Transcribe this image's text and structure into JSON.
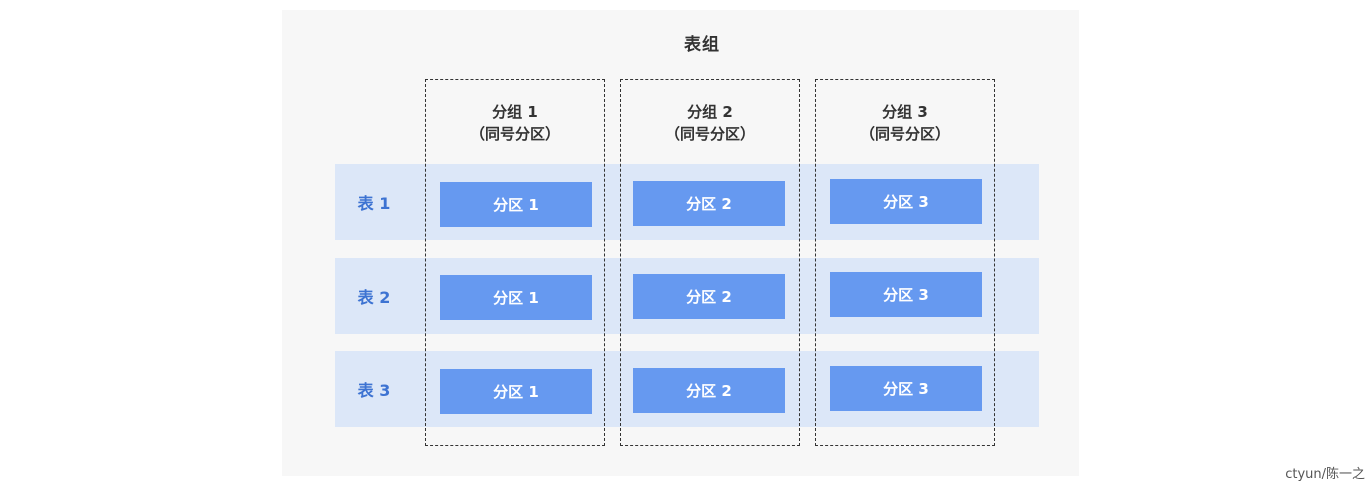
{
  "title": "表组",
  "groups": [
    {
      "name": "分组 1",
      "note": "（同号分区）"
    },
    {
      "name": "分组 2",
      "note": "（同号分区）"
    },
    {
      "name": "分组 3",
      "note": "（同号分区）"
    }
  ],
  "tables": [
    {
      "label": "表 1",
      "partitions": [
        "分区 1",
        "分区 2",
        "分区 3"
      ]
    },
    {
      "label": "表 2",
      "partitions": [
        "分区 1",
        "分区 2",
        "分区 3"
      ]
    },
    {
      "label": "表 3",
      "partitions": [
        "分区 1",
        "分区 2",
        "分区 3"
      ]
    }
  ],
  "credit": "ctyun/陈一之",
  "colors": {
    "panel_bg": "#f7f7f7",
    "row_band": "#dce7f8",
    "partition": "#6699f0",
    "row_label": "#3d73d2",
    "border": "#333333"
  }
}
